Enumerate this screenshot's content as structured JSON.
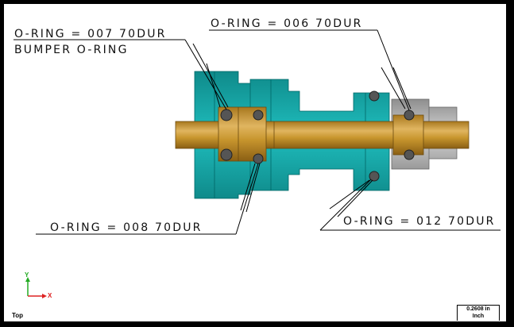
{
  "callouts": {
    "oring_007": "O-RING = 007 70DUR",
    "bumper": "BUMPER O-RING",
    "oring_006": "O-RING = 006 70DUR",
    "oring_008": "O-RING = 008 70DUR",
    "oring_012": "O-RING = 012 70DUR"
  },
  "view_label": "Top",
  "scale": {
    "value": "0.2608 in",
    "unit": "Inch"
  },
  "triad": {
    "y": "Y",
    "x": "X"
  },
  "colors": {
    "shaft": "#c8962e",
    "housing": "#1aa3a3",
    "sleeve": "#b5b5b5",
    "oring": "#555555",
    "axis_y": "#22aa22",
    "axis_x": "#dd2222"
  }
}
